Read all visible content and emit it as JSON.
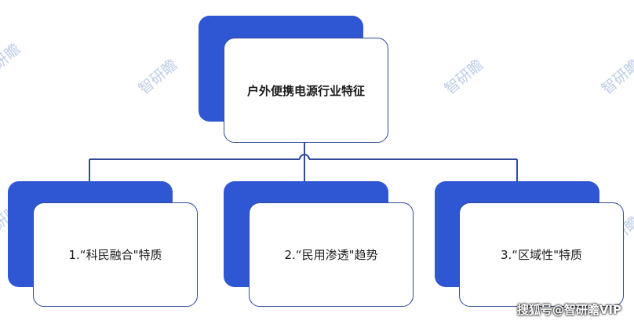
{
  "watermark": "智研瞻",
  "root": {
    "label": "户外便携电源行业特征"
  },
  "children": [
    {
      "label": "1.“科民融合\"特质"
    },
    {
      "label": "2.“民用渗透\"趋势"
    },
    {
      "label": "3.“区域性\"特质"
    }
  ],
  "footer": "搜狐号@智研瞻VIP",
  "colors": {
    "accent": "#2f57d4",
    "border": "#2f4a98",
    "line": "#2f4a98"
  }
}
